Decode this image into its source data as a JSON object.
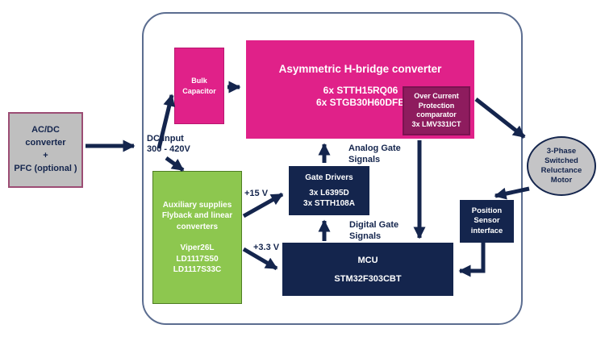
{
  "diagram": {
    "blocks": {
      "acdc": {
        "label": "AC/DC\nconverter\n+\nPFC (optional )"
      },
      "bulk_capacitor": {
        "label": "Bulk\nCapacitor"
      },
      "hbridge": {
        "title": "Asymmetric H-bridge converter",
        "parts": "6x STTH15RQ06\n6x STGB30H60DFB"
      },
      "ocp": {
        "title": "Over Current\nProtection\ncomparator",
        "part": "3x LMV331ICT"
      },
      "aux": {
        "title": "Auxiliary supplies\nFlyback and linear\nconverters",
        "parts": "Viper26L\nLD1117S50\nLD1117S33C"
      },
      "gate_drivers": {
        "title": "Gate Drivers",
        "parts": "3x L6395D\n3x STTH108A"
      },
      "mcu": {
        "title": "MCU",
        "part": "STM32F303CBT"
      },
      "position_sensor": {
        "label": "Position\nSensor\ninterface"
      },
      "motor": {
        "label": "3-Phase\nSwitched\nReluctance\nMotor"
      }
    },
    "labels": {
      "dc_input": "DC Input\n300 - 420V",
      "plus_15v": "+15 V",
      "plus_3v3": "+3.3 V",
      "analog_gate": "Analog Gate\nSignals",
      "digital_gate": "Digital Gate\nSignals"
    },
    "colors": {
      "magenta": "#e02189",
      "maroon": "#8e1c5e",
      "navy": "#14254d",
      "green": "#8dc74f",
      "gray": "#bfbfbf",
      "arrow": "#14254d",
      "container_border": "#5b6d90"
    }
  }
}
